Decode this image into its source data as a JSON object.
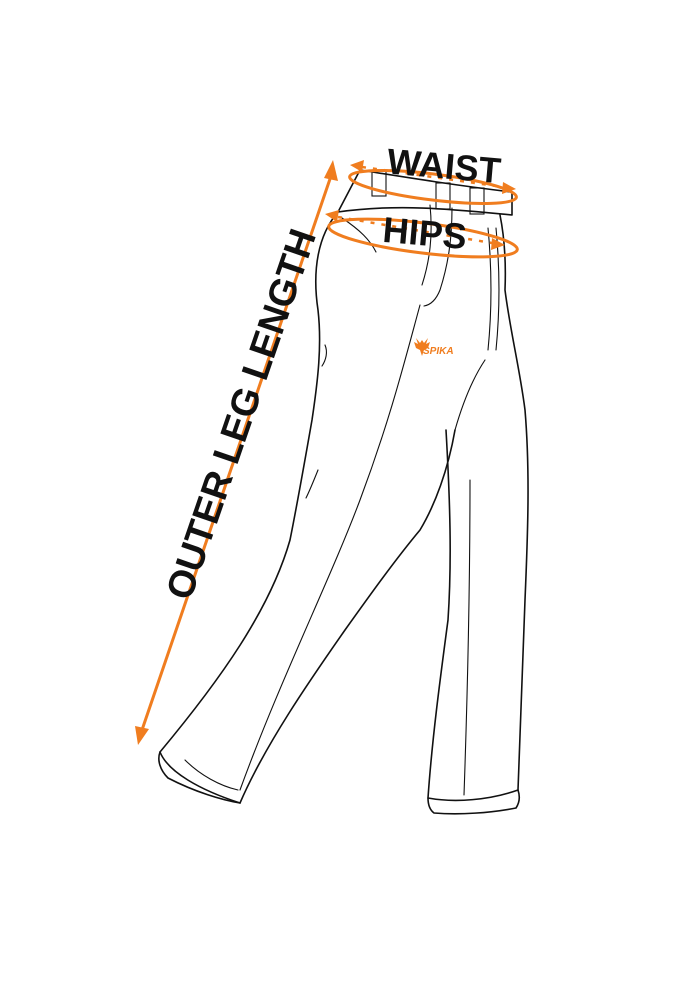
{
  "labels": {
    "waist": "WAIST",
    "hips": "HIPS",
    "outer_leg": "OUTER LEG LENGTH",
    "brand": "SPIKA"
  },
  "colors": {
    "accent": "#f07d1f",
    "line": "#111111",
    "background": "#ffffff"
  },
  "icons": {
    "brand": "stag-head-icon"
  }
}
